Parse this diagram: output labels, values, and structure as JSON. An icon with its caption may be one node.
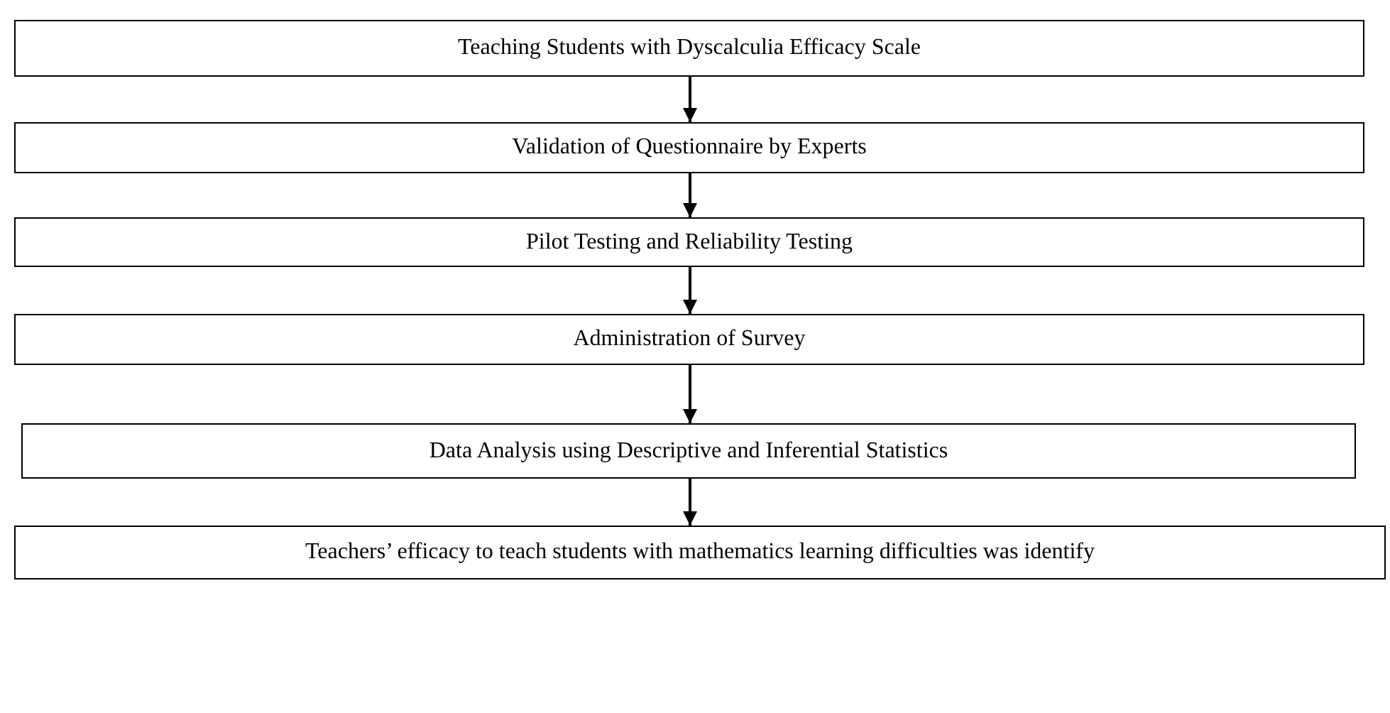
{
  "diagram": {
    "nodes": [
      {
        "text": [
          "Teaching Students with Dyscalculia Efficacy Scale"
        ]
      },
      {
        "text": [
          "Validation of Questionnaire by Experts"
        ]
      },
      {
        "text": [
          "Pilot Testing and Reliability Testing"
        ]
      },
      {
        "text": [
          "Administration of Survey"
        ]
      },
      {
        "text": [
          "Data Analysis using Descriptive and Inferential Statistics"
        ]
      },
      {
        "text": [
          "Teachers’ efficacy to teach students with mathematics learning difficulties was identify"
        ]
      }
    ],
    "edges": [
      {
        "from": 0,
        "to": 1,
        "arrow": "to"
      },
      {
        "from": 1,
        "to": 2,
        "arrow": "to"
      },
      {
        "from": 2,
        "to": 3,
        "arrow": "to"
      },
      {
        "from": 3,
        "to": 4,
        "arrow": "to"
      },
      {
        "from": 4,
        "to": 5,
        "arrow": "to"
      }
    ]
  }
}
